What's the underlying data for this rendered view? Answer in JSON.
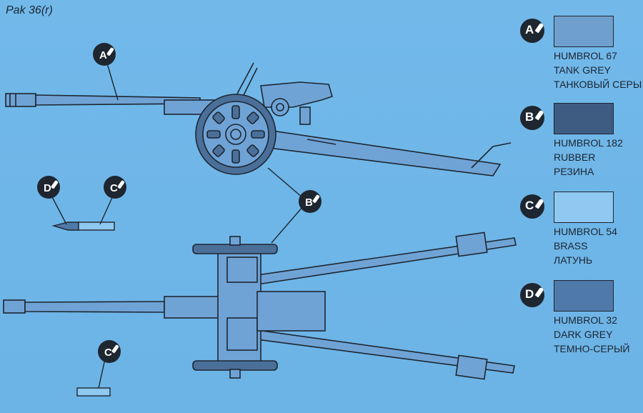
{
  "title": "Pak 36(r)",
  "callouts": {
    "top_barrel": "A",
    "wheels": "B",
    "round_tip": "D",
    "round_case": "C",
    "spare_case": "C"
  },
  "legend": [
    {
      "letter": "A",
      "line1": "HUMBROL 67",
      "line2": "TANK GREY",
      "line3": "ТАНКОВЫЙ СЕРЫ",
      "color": "#6f9fcd"
    },
    {
      "letter": "B",
      "line1": "HUMBROL 182",
      "line2": "RUBBER",
      "line3": "РЕЗИНА",
      "color": "#3e5c82"
    },
    {
      "letter": "C",
      "line1": "HUMBROL 54",
      "line2": "BRASS",
      "line3": "ЛАТУНЬ",
      "color": "#8fc8f0"
    },
    {
      "letter": "D",
      "line1": "HUMBROL 32",
      "line2": "DARK GREY",
      "line3": "ТЕМНО-СЕРЫЙ",
      "color": "#4f79a8"
    }
  ]
}
